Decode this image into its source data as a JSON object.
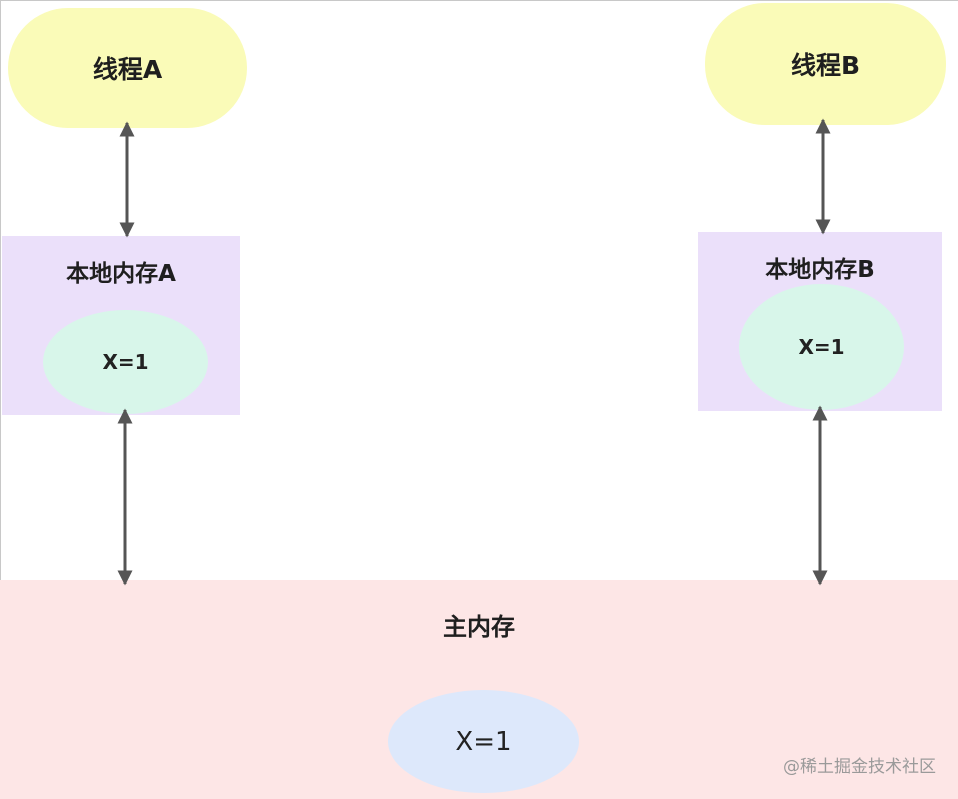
{
  "threads": {
    "a": {
      "label": "线程A"
    },
    "b": {
      "label": "线程B"
    }
  },
  "local_memory": {
    "a": {
      "title": "本地内存A",
      "value": "X=1"
    },
    "b": {
      "title": "本地内存B",
      "value": "X=1"
    }
  },
  "main_memory": {
    "title": "主内存",
    "value": "X=1"
  },
  "watermark": "@稀土掘金技术社区",
  "colors": {
    "thread_fill": "#fafbb8",
    "local_memory_fill": "#ebe0fa",
    "local_value_fill": "#d8f6ea",
    "main_memory_fill": "#fde6e6",
    "main_value_fill": "#dde8fb",
    "arrow": "#555555"
  }
}
